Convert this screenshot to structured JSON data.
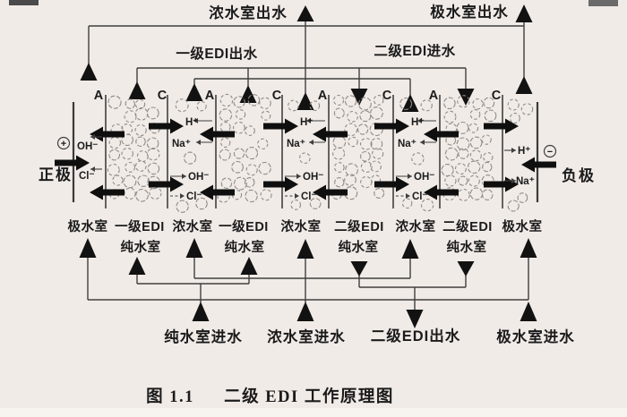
{
  "figure": {
    "caption_number": "图 1.1",
    "caption_title": "二级 EDI 工作原理图"
  },
  "top_labels": {
    "concentrate_out": "浓水室出水",
    "polar_out": "极水室出水",
    "stage1_out": "一级EDI出水",
    "stage2_in": "二级EDI进水"
  },
  "bottom_labels": {
    "pure_in": "纯水室进水",
    "concentrate_in": "浓水室进水",
    "stage2_out": "二级EDI出水",
    "polar_in": "极水室进水"
  },
  "electrodes": {
    "anode_label": "正极",
    "anode_symbol": "+",
    "cathode_label": "负极",
    "cathode_symbol": "−"
  },
  "membranes": [
    "A",
    "C",
    "A",
    "C",
    "A",
    "C",
    "A",
    "C"
  ],
  "chambers": [
    {
      "top": "极水室",
      "bottom": ""
    },
    {
      "top": "一级EDI",
      "bottom": "纯水室"
    },
    {
      "top": "浓水室",
      "bottom": ""
    },
    {
      "top": "一级EDI",
      "bottom": "纯水室"
    },
    {
      "top": "浓水室",
      "bottom": ""
    },
    {
      "top": "二级EDI",
      "bottom": "纯水室"
    },
    {
      "top": "浓水室",
      "bottom": ""
    },
    {
      "top": "二级EDI",
      "bottom": "纯水室"
    },
    {
      "top": "极水室",
      "bottom": ""
    }
  ],
  "ions": {
    "left_polar": [
      "OH⁻",
      "Cl⁻"
    ],
    "concentrate": [
      "H⁺",
      "Na⁺",
      "OH⁻",
      "Cl⁻"
    ],
    "right_polar": [
      "H⁺",
      "Na⁺"
    ]
  },
  "colors": {
    "background": "#f1ebe7",
    "ink": "#1b1b1b",
    "line": "#3f3f3f"
  }
}
